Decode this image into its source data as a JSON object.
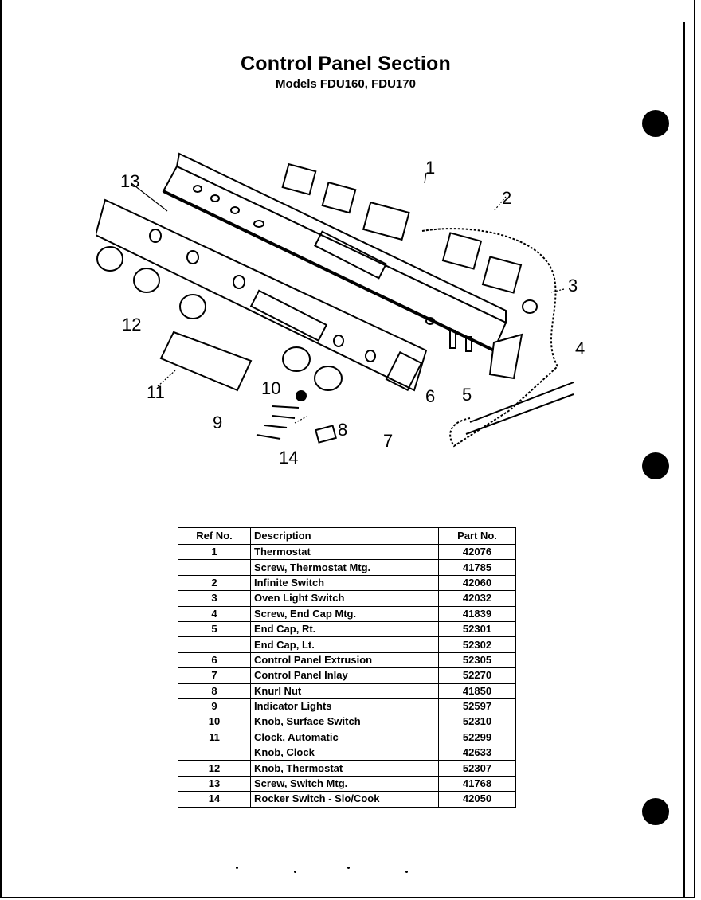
{
  "header": {
    "title": "Control Panel Section",
    "subtitle": "Models FDU160, FDU170"
  },
  "diagram": {
    "callouts": [
      "1",
      "2",
      "3",
      "4",
      "5",
      "6",
      "7",
      "8",
      "9",
      "10",
      "11",
      "12",
      "13",
      "14"
    ]
  },
  "table": {
    "headers": [
      "Ref No.",
      "Description",
      "Part No."
    ],
    "rows": [
      {
        "ref": "1",
        "desc": "Thermostat",
        "part": "42076"
      },
      {
        "ref": "",
        "desc": "Screw, Thermostat Mtg.",
        "part": "41785"
      },
      {
        "ref": "2",
        "desc": "Infinite Switch",
        "part": "42060"
      },
      {
        "ref": "3",
        "desc": "Oven Light Switch",
        "part": "42032"
      },
      {
        "ref": "4",
        "desc": "Screw, End Cap Mtg.",
        "part": "41839"
      },
      {
        "ref": "5",
        "desc": "End Cap, Rt.",
        "part": "52301"
      },
      {
        "ref": "",
        "desc": "End Cap, Lt.",
        "part": "52302"
      },
      {
        "ref": "6",
        "desc": "Control Panel Extrusion",
        "part": "52305"
      },
      {
        "ref": "7",
        "desc": "Control Panel Inlay",
        "part": "52270"
      },
      {
        "ref": "8",
        "desc": "Knurl Nut",
        "part": "41850"
      },
      {
        "ref": "9",
        "desc": "Indicator Lights",
        "part": "52597"
      },
      {
        "ref": "10",
        "desc": "Knob, Surface Switch",
        "part": "52310"
      },
      {
        "ref": "11",
        "desc": "Clock, Automatic",
        "part": "52299"
      },
      {
        "ref": "",
        "desc": "Knob, Clock",
        "part": "42633"
      },
      {
        "ref": "12",
        "desc": "Knob, Thermostat",
        "part": "52307"
      },
      {
        "ref": "13",
        "desc": "Screw, Switch Mtg.",
        "part": "41768"
      },
      {
        "ref": "14",
        "desc": "Rocker Switch - Slo/Cook",
        "part": "42050"
      }
    ]
  }
}
